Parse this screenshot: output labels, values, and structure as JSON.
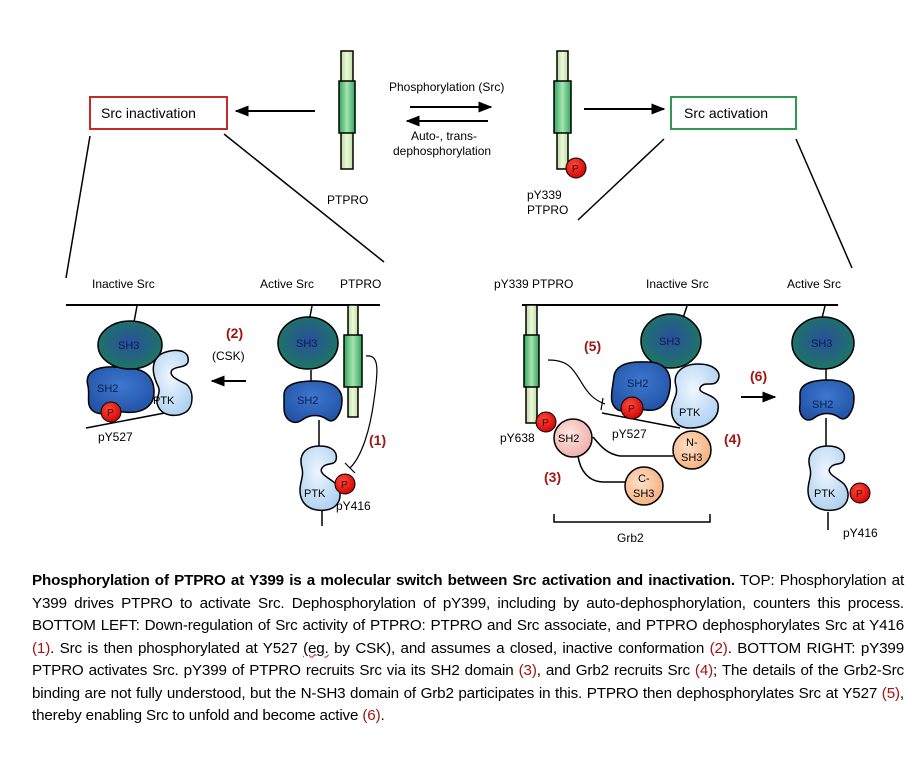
{
  "top": {
    "inactivation_box": "Src inactivation",
    "activation_box": "Src activation",
    "forward_reaction": "Phosphorylation (Src)",
    "reverse_reaction_line1": "Auto-, trans-",
    "reverse_reaction_line2": "dephosphorylation",
    "ptpro_label": "PTPRO",
    "pptpro_label_line1": "pY339",
    "pptpro_label_line2": "PTPRO"
  },
  "bottom_left": {
    "inactive_src_label": "Inactive Src",
    "active_src_label": "Active Src",
    "ptpro_label": "PTPRO",
    "step2": "(2)",
    "csk_label": "(CSK)",
    "step1": "(1)",
    "py527": "pY527",
    "py416": "pY416"
  },
  "bottom_right": {
    "pptpro_label": "pY339 PTPRO",
    "inactive_src_label": "Inactive Src",
    "active_src_label": "Active Src",
    "step3": "(3)",
    "step4": "(4)",
    "step5": "(5)",
    "step6": "(6)",
    "py638": "pY638",
    "py527": "pY527",
    "py416": "pY416",
    "grb2_label": "Grb2",
    "grb2_sh2": "SH2",
    "nsh3_line1": "N-",
    "nsh3_line2": "SH3",
    "csh3_line1": "C-",
    "csh3_line2": "SH3"
  },
  "domains": {
    "sh3": "SH3",
    "sh2": "SH2",
    "ptk": "PTK",
    "phospho": "P"
  },
  "colors": {
    "inactivation_border": "#c42a2a",
    "activation_border": "#2e9a4e",
    "sh3_fill": "#1e6a5e",
    "sh2_fill": "#2356b0",
    "ptk_fill": "#cfe4f8",
    "phospho_fill": "#e0100e",
    "ptpro_fill": "#dff0c8",
    "ptpro_tm_fill": "#5cc47a",
    "grb2_sh2_fill": "#f6c8c4",
    "grb2_sh3_fill": "#f8c49c",
    "step_label": "#a01414"
  },
  "caption": {
    "title": "Phosphorylation of PTPRO at Y399 is a molecular switch between Src activation and inactivation.",
    "p1": " TOP: Phosphorylation at Y399 drives PTPRO to activate Src. Dephosphorylation of pY399, including by auto-dephosphorylation, counters this process. BOTTOM LEFT: Down-regulation of Src activity of PTPRO: PTPRO and Src associate, and PTPRO dephosphorylates Src at Y416 ",
    "r1": "(1)",
    "p2": ". Src is then phosphorylated at Y527 ",
    "eg": "(eg.",
    "p3": " by CSK), and assumes a closed, inactive conformation ",
    "r2": "(2)",
    "p4": ". BOTTOM RIGHT: pY399 PTPRO activates Src. pY399 of PTPRO recruits Src via its SH2 domain ",
    "r3": "(3)",
    "p5": ", and Grb2 recruits Src ",
    "r4": "(4)",
    "p6": "; The details of the Grb2-Src binding are not fully understood, but the N-SH3 domain of Grb2 participates in this. PTPRO then dephosphorylates Src at Y527 ",
    "r5": "(5)",
    "p7": ", thereby enabling Src to unfold and become active ",
    "r6": "(6)",
    "p8": "."
  }
}
